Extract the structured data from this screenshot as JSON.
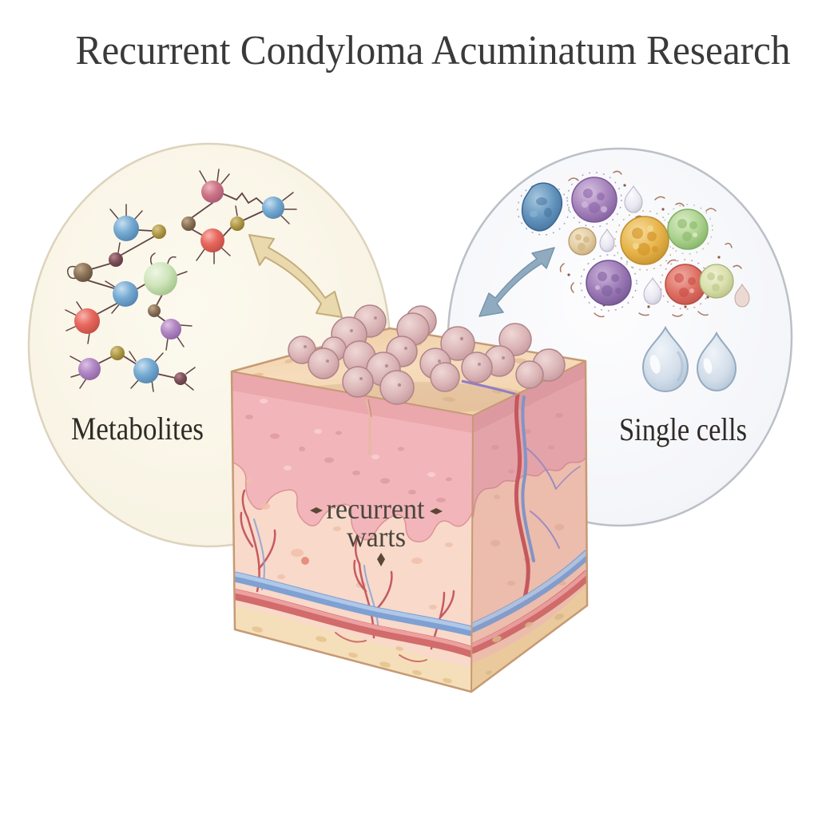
{
  "title": "Recurrent Condyloma Acuminatum Research",
  "left_circle": {
    "label": "Metabolites",
    "content_icon": "molecule-network",
    "fill": "#f9f4e6",
    "border": "#ddd3bd"
  },
  "right_circle": {
    "label": "Single cells",
    "content_icon": "cell-cluster-and-droplets",
    "fill": "#f6f7fa",
    "border": "#bbbfc7"
  },
  "skin_block": {
    "label_line1": "recurrent",
    "label_line2": "warts",
    "content_icon": "skin-cross-section-with-warts"
  },
  "arrows": {
    "metabolites_arrow_icon": "curved-double-arrow",
    "metabolites_arrow_color": "#ead9ad",
    "single_cells_arrow_icon": "curved-double-arrow",
    "single_cells_arrow_color": "#90abbf"
  },
  "colors": {
    "background": "#ffffff",
    "title_text": "#3a3a3a",
    "label_text": "#2e2b28",
    "warts_label_text": "#4a443c",
    "epidermis": "#f2b6ba",
    "dermis": "#f8d9ca",
    "subcutis": "#f5dfba",
    "skin_top": "#f3d6b2",
    "wart": "#d9b1b3",
    "vessel_red": "#d26b6b",
    "vessel_blue": "#7fa0d2"
  }
}
